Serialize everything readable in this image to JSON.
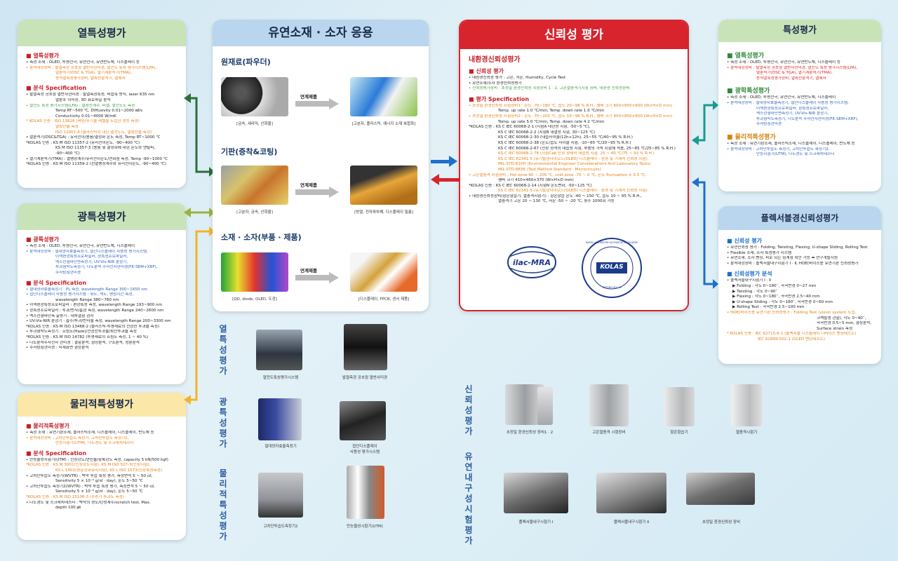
{
  "thermal_card": {
    "title": "열특성평가",
    "sec1": "■ 열특성평가",
    "sec1_lines": [
      "• 측정 소재 : OLED, 투명전극, 유연전극, 유연반도체, 디스플레이 등",
      "• 분석대상장비 : 발열측정 공초점 열반사현미경, 열전도 특성 평가시스템(LFA),",
      "열분석기(DSC & TGA), 열기계분석기(TMA),",
      "동적열특성평가장비, 열확산분석기, 열에서"
    ],
    "sec2": "■ 분석 Specification",
    "sec2_lines": [
      "• 발열측정 공초점 열반사현미경 : 발열측정특성, 비접촉 방식, laser 635 nm",
      "열분포 이미징, 3D 표로파일 분석",
      "• 열전도 특성 평가시스템(LFA) : 열확산계수, 비열, 열전도도 측정",
      "Temp RT~500 ℃, Diffusivity 0.01~2000 ㎟/s",
      "Conductivity 0.01~4000 W/mK",
      "* KOLAS 인증 : ISO 13826 (레밍/무기물 레벨을 도입한 성능 측정)",
      "열확산율 측정",
      "ISO 22007-4 (플라스틱의 대한 열전도도, 열확산율 측정)",
      "• 열분석기(DSC&TGA) : 유리전이/용융/결정화 온도 측정, Temp RT~1000 ℃",
      "*KOLAS 인증 : KS M ISO 11357-2 (유리전이온도, -90~400 ℃)",
      "KS M ISO 11357-3 (용융 및 결정화에 대한 온도와 엔탈피,",
      "-90~400 ℃)",
      "• 열기계분석기(TMA) : 열팽창계수/유리전이온도/연화점 측정, Temp -90~1000 ℃",
      "*KOLAS 인증 : KS M ISO 11359-2 (선열팽창계수와 유리전이온도, -90~400 ℃)"
    ]
  },
  "optical_card": {
    "title": "광특성평가",
    "sec1": "■ 광특성평가",
    "sec1_lines": [
      "• 측정 소재 : OLED, 투명전극, 유연전극, 유연반도체, 디스플레이",
      "• 분석대상장비 : 절대양자효율측정기, 절단디스플레이 사용성 평가시스템,",
      "이색편광특성프로파일러, 광특성프로파일러,",
      "엑스선형파단면측정기, UV-Vis-NIR 분광기,",
      "투과형탁도측정기, 나노분석 주사전자현미경(FE-SEM+XRF),",
      "주사탐침현미경"
    ],
    "sec2": "■ 분석 Specification",
    "sec2_lines": [
      "• 절대양자효율측정기 : PL 측정, wavelength Range 300~1650 nm",
      "• 접단디스플레이 사용성 평가시스템 : 휘도, 색도, 명암시간 측정,",
      "wavelength Range 380~780 nm",
      "• 이색편광특성프로파일러 : 편광특성 측정, wavelength Range 193~900 nm",
      "• 광특성프로파일러 : 투과/반사/흡광 측정, wavelength Range 240~2600 nm",
      "• 엑스선형파단측 출량기 : 내부결함 검사",
      "• UV-Vis-NIR 분광기 : 흡수/투과/반사율 측정, wavelength Range 200~3300 nm",
      "*KOLAS 인증 : KS M ISO 13468-2 (플라스틱-투명재료의 전광선 투과율 측정)",
      "• 투과형탁도측정기 : 흐림도(Haze)/전광선투과율/확산투과율 측정",
      "*KOLAS 인증 : KS M ISO 14782 (투명재료의 흐림도 측정, 1 ~ 40 %)",
      "• 나노분석주사전자 현미경 : 결함분석, 형상분석, 구조분석, 성분분석",
      "• 주사탐침현미경 : 미세표면 형상분석"
    ]
  },
  "physical_card": {
    "title": "물리적특성평가",
    "sec1": "■ 물리적특성평가",
    "sec1_lines": [
      "• 측정 소재 : 유연기판소재, 플라스틱소재, 디스플레이, 디스플레이, 반도체 등",
      "• 분석대상장비 : 고차단투습도 측정기, 고차단투습도 측정기2,",
      "만능시험기(UTM), 나노경도 및 스크래치테스터"
    ],
    "sec2": "■ 분석 Specification",
    "sec2_lines": [
      "• 만능물성시험기(UTM) : 인장강도/연신율/항복강도 측정, capacity 5 kN(500 kgf)",
      "*KOLAS 인증 : KS M 3001(인장강도시험), KS M ISO 527-3(인장시험),",
      "KS L 1601(성문강화유리시험), KS L ISO 1573(인장특성측정)",
      "• 고차단투습도 측정기(WVTR) : 박막 투습 특성 평가, 측정면적 5 ~ 50 ㎠,",
      "Sensitivity 5 × 10⁻⁶ g/㎡ · day), 온도 5~50 ℃",
      "• 고차단투습도 측정기2(WVTR) : 박막 투습 특성 평가, 측정면적 5 ~ 50 ㎠,",
      "Sensitivity 5 × 10⁻⁶ g/㎡ · day), 온도 5~50 ℃",
      "*KOLAS 인증 : KS M ISO 15106-3 (수증기 투과도 측정)",
      "• 나노경도 및 스크래치테스터 : 박막의 경도/탄성계수/scratch test, Max.",
      "depth 100 ㎛"
    ]
  },
  "center": {
    "title": "유연소재 · 소자 응용",
    "groups": [
      {
        "title": "원재료(파우더)",
        "cap1": "[금속, 세라믹, 산화물]",
        "arrow": "연계제품",
        "cap2": "[고분자, 플라스틱, 에너지 소재 복합화]"
      },
      {
        "title": "기판(증착&코팅)",
        "cap1": "[고분자, 금속, 산화물]",
        "arrow": "연계제품",
        "cap2": "[방열, 전자파차폐, 디스플레이 필름]"
      },
      {
        "title": "소재 · 소자(부품 · 제품)",
        "cap1": "[QD, diode, OLED, 도광]",
        "arrow": "연계제품",
        "cap2": "[디스플레이, FPCB, 센서 제품]"
      }
    ]
  },
  "reliability": {
    "title": "신뢰성 평가",
    "subtitle": "내환경신뢰성평가",
    "sec1": "■ 신뢰성 평가",
    "sec1_lines": [
      "• 내환경신뢰성 평가 : 고온, 저온, Humidity, Cycle Test",
      "• 유연소재/소자 환경신뢰성평가",
      "• 신뢰성평가장비 : 초정밀 환경신뢰성 시험장비 1 · 2, 고온열충격기시험 장비, 내환경 신뢰성장비"
    ],
    "sec2": "■ 평가 Specification",
    "sec2_lines": [
      "• 초정밀 환경신뢰성 시험장비1 : 온도 -70~180 ℃, 습도 20~98 % R.H., 챔버 크기 600×850×600 (W×H×D mm)",
      "Temp. up rate 1.0 ℃/min, Temp. down rate 1.0 ℃/min",
      "• 초정밀 환경신뢰성 시험장비2 : 온도 -70~200 ℃, 습도 10~98 % R.H., 챔버 크기 600×850×600 (W×H×D mm)",
      "Temp. up rate 5.0 ℃/min, Temp. down rate 4.2 ℃/min",
      "*KOLAS 인증 : KS C IEC 60068-2-1 (시험A 내한성 시험, -50~5 ℃),",
      "KS C IEC 60068-2-2 (시험B 내열성 시험, 30~125 ℃)",
      "KS C IEC 60068-2-30 (내습사이클(12h+12h), 25~55 ℃/40~95 % R.H.)",
      "KS C IEC 60068-2-38 (온도/습도 사이클 시험, -10~65 ℃/20~95 % R.H.)",
      "KS C IEC 60068-2-67 (전장 정격의 내습성 시험, 부품의 가속 시험에 적용, 25~85 ℃/25~85 % R.H.)",
      "KS C IEC 60068-2-78 (시험Cab 안정 정태적 내습성 시험, 25 ~ 40 ℃/75 ~ 93 % R.H.)",
      "KS C IEC 62341-5 (유기발광다이오드(OLED) 디스플레이 - 환경 및 기계적 신뢰성 시험)",
      "MIL-STD-810H (Environmental Engineer Considerations And Laboratory Tests)",
      "MIL-STD-883K (Test Method Standard - Microcircuits)",
      "• 고온열충격 시험장비 : Hot zone 60 ~ 200 ℃, cold zone -70 ~ 0 ℃, 온도 fluctuation ± 0.5 ℃,",
      "챔버 크기 410×460×370 (W×H×D mm)",
      "*KOLAS 인증 : KS C IEC 60068-2-14 (시험N 온도변화, -50~125 ℃)",
      "KS C IEC 62341-5 (유기발광다이오드(OLED) 디스플레이 - 환경 및 기계적 신뢰성 시험)",
      "• 내환경신뢰성장비(항온항습기, 열충격시험기) : 항온항습 온도 -40 ~ 150 ℃, 습도 10 ~ 95 % R.H.,",
      "열충격기 고온 20 ~ 130 ℃, 저온 -50 ~ -20 ℃, 횟수 1000회 가능"
    ],
    "logo1": "ilac-MRA",
    "logo2": "KOLAS",
    "logo2_ring": "KOREA LABORATORY ACCREDITATION SCHEME",
    "logo2_bottom": "TESTING KOLAS"
  },
  "char_card": {
    "title": "특성평가",
    "sec1": "■ 열특성평가",
    "sec1_lines": [
      "• 측정 소재 : OLED, 투명전극, 유연전극, 유연반도체, 디스플레이 등",
      "• 분석대상장비 : 발열측정 공초점 열반사현미경, 열전도 특성 평가시스템(LFA),",
      "열분석기(DSC & TGA), 열기계분석기(TMA),",
      "동적열특성평가장비, 열확산분석기, 열에서"
    ],
    "sec2": "■ 광학특성평가",
    "sec2_lines": [
      "• 측정 소재 : OLED, 투명전극, 유연전극, 유연반도체, 디스플레이",
      "• 분석대상장비 : 절대양자효율측정기, 절단디스플레이 사용성 평가시스템,",
      "이색편광특성프로파일러, 광특성프로파일러,",
      "엑스선형파단면측정기, UV-Vis-NIR 분광기,",
      "투과형탁도측정기, 나노분석 주사전자현미경(FE-SEM+XRF),",
      "주사탐침현미경"
    ],
    "sec3": "■ 물리적특성평가",
    "sec3_lines": [
      "• 측정 소재 : 유연기판소재, 플라스틱소재, 디스플레이, 디스플레이, 반도체 등",
      "• 분석대상장비 : 고차단투습도 측정기, 고차단투습도 측정기2,",
      "만능시험기(UTM), 나노경도 및 스크래치테스터"
    ]
  },
  "flex_card": {
    "title": "플렉서블경신뢰성평가",
    "sec1": "■ 신뢰성 평가",
    "sec1_lines": [
      "• 유연신뢰성 평가 : Folding, Twisting, Flexing, U-shape Sliding, Rolling Test",
      "• Flexible 소재, 소자 특성평가 시스템",
      "• 유연소재, 소자 벤딩, 피로 되는 임계점 확인 가능 ➡ 연구개발지원",
      "• 분석대상장비 : 플렉서블내구시험기 Ⅰ · Ⅱ, HOE(바이스용 유연기판 신뢰성평가"
    ],
    "sec2": "■ 신뢰성평가 분석",
    "sec2_lines": [
      "• 플렉서블내구시험기 Ⅰ · Ⅱ",
      "▶ Folding : 각도 0~180˚, 곡곡반경 0~27 mm",
      "▶ Twisting : 각도 0~90˚",
      "▶ Flexing : 각도 0~180˚, 곡곡반경 2.5~40 mm",
      "▶ U-shape Sliding : 각도 0~180˚, 곡곡반경 0~60 mm",
      "▶ Rolling Test : 곡곡반경 2.5~100 mm",
      "• HOE(바이스용 유연기판 신뢰성평가 : Folding Test (vision system 도입,",
      "크랙발생 관찰), 각도 0~90˚,",
      "곡곡반경 0.5~5 mm, 형상분석,",
      "Surface strain 측정",
      "* KOLAS 인증 : IEC 62715-6-1 (플렉서블 디스플레이 디바이스 벤딩테스트)",
      "IEC 62899-502-1 (OLED 벤딩테스트)"
    ]
  },
  "bottom_center": {
    "rows": [
      {
        "vtitle": "열특성평가",
        "cap1": "열전도특성평가시스템",
        "cap2": "발열측정 공초점 열반사미경"
      },
      {
        "vtitle": "광특성평가",
        "cap1": "절대양자효율측정기",
        "cap2": "접단디스플레이\n사용성 평가시스템"
      },
      {
        "vtitle": "물리적특성평가",
        "cap1": "고차단투습도측정기2",
        "cap2": "만능물성시험기(UTM)"
      }
    ]
  },
  "bottom_right": {
    "rel_vtitle": "신뢰성평가",
    "rel_caps": [
      "초정밀 환경신뢰성 장비1 · 2",
      "고온열충격 시험장비",
      "항온항습기",
      "열충격시험기"
    ],
    "flex_vtitle": "유연내구성시험평가",
    "flex_caps": [
      "플렉서블내구시험기 Ⅰ",
      "플렉서블내구시험기 Ⅱ",
      "초정밀 환경신뢰성 장비"
    ]
  },
  "colors": {
    "green": "#c9e3b8",
    "yellow": "#fbe7a8",
    "blue_header": "#b9d6ee",
    "red": "#d7242d",
    "teal": "#1a9b8f"
  }
}
